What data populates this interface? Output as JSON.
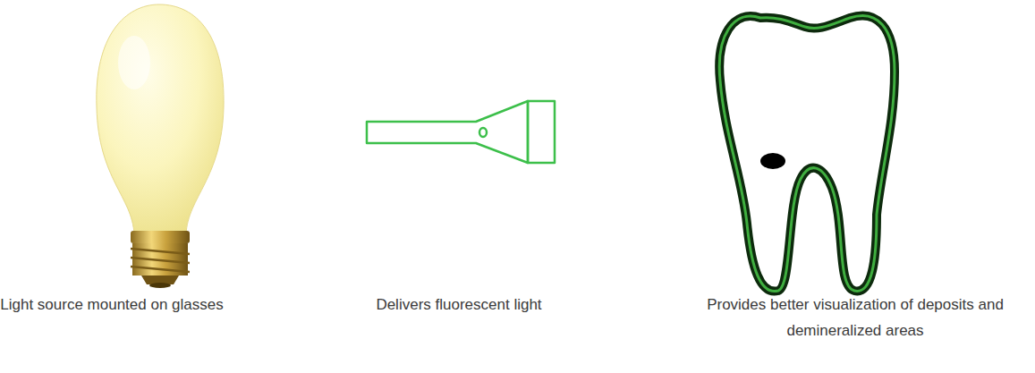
{
  "diagram": {
    "labels": [
      "Light source mounted on glasses",
      "Delivers fluorescent light",
      "Provides better visualization of deposits and demineralized areas"
    ]
  }
}
